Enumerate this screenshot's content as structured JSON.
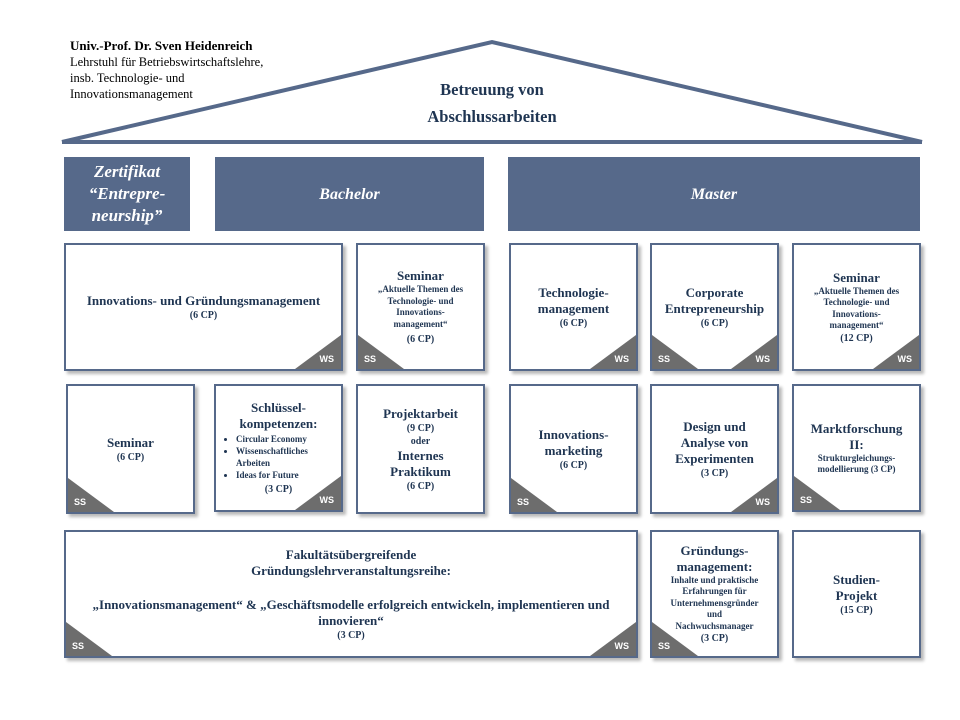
{
  "author": {
    "name": "Univ.-Prof.  Dr. Sven Heidenreich",
    "line1": "Lehrstuhl für Betriebswirtschaftslehre,",
    "line2": "insb. Technologie- und",
    "line3": "Innovationsmanagement"
  },
  "roof": {
    "title_line1": "Betreuung von",
    "title_line2": "Abschlussarbeiten"
  },
  "headers": {
    "zertifikat_line1": "Zertifikat",
    "zertifikat_line2": "“Entrepre-",
    "zertifikat_line3": "neurship”",
    "bachelor": "Bachelor",
    "master": "Master"
  },
  "colors": {
    "header_bg": "#56698a",
    "corner": "#6d6d6d",
    "text": "#1f3552"
  },
  "boxes": {
    "ig": {
      "title": "Innovations- und Gründungsmanagement",
      "cp": "(6 CP)",
      "corner": "WS"
    },
    "sem_b": {
      "title": "Seminar",
      "sub1": "„Aktuelle Themen des",
      "sub2": "Technologie- und",
      "sub3": "Innovations-",
      "sub4": "management“",
      "cp": "(6 CP)",
      "corner": "SS"
    },
    "tech": {
      "title1": "Technologie-",
      "title2": "management",
      "cp": "(6 CP)",
      "corner": "WS"
    },
    "corp": {
      "title1": "Corporate",
      "title2": "Entrepreneurship",
      "cp": "(6 CP)",
      "corner1": "SS",
      "corner2": "WS"
    },
    "sem_m": {
      "title": "Seminar",
      "sub1": "„Aktuelle Themen des",
      "sub2": "Technologie- und",
      "sub3": "Innovations-",
      "sub4": "management“",
      "cp": "(12 CP)",
      "corner": "WS"
    },
    "sem2": {
      "title": "Seminar",
      "cp": "(6 CP)",
      "corner": "SS"
    },
    "skills": {
      "title1": "Schlüssel-",
      "title2": "kompetenzen:",
      "items": [
        "Circular Economy",
        "Wissenschaftliches Arbeiten",
        "Ideas for Future"
      ],
      "cp": "(3 CP)",
      "corner": "WS"
    },
    "proj": {
      "title": "Projektarbeit",
      "cp1": "(9 CP)",
      "or": "oder",
      "title2a": "Internes",
      "title2b": "Praktikum",
      "cp2": "(6 CP)"
    },
    "imark": {
      "title1": "Innovations-",
      "title2": "marketing",
      "cp": "(6 CP)",
      "corner": "SS"
    },
    "design": {
      "title1": "Design und",
      "title2": "Analyse von",
      "title3": "Experimenten",
      "cp": "(3 CP)",
      "corner": "WS"
    },
    "mafo": {
      "title1": "Marktforschung",
      "title2": "II:",
      "sub1": "Strukturgleichungs-",
      "sub2": "modellierung (3 CP)",
      "corner": "SS"
    },
    "faku": {
      "title1": "Fakultätsübergreifende",
      "title2": "Gründungslehrveranstaltungsreihe:",
      "sub1": "„Innovationsmanagement“ & „Geschäftsmodelle erfolgreich entwickeln, implementieren und",
      "sub2": "innovieren“",
      "cp": "(3 CP)",
      "corner1": "SS",
      "corner2": "WS"
    },
    "gruend": {
      "title1": "Gründungs-",
      "title2": "management:",
      "sub1": "Inhalte und praktische",
      "sub2": "Erfahrungen für",
      "sub3": "Unternehmensgründer",
      "sub4": "und",
      "sub5": "Nachwuchsmanager",
      "cp": "(3 CP)",
      "corner": "SS"
    },
    "studien": {
      "title1": "Studien-",
      "title2": "Projekt",
      "cp": "(15 CP)"
    }
  }
}
